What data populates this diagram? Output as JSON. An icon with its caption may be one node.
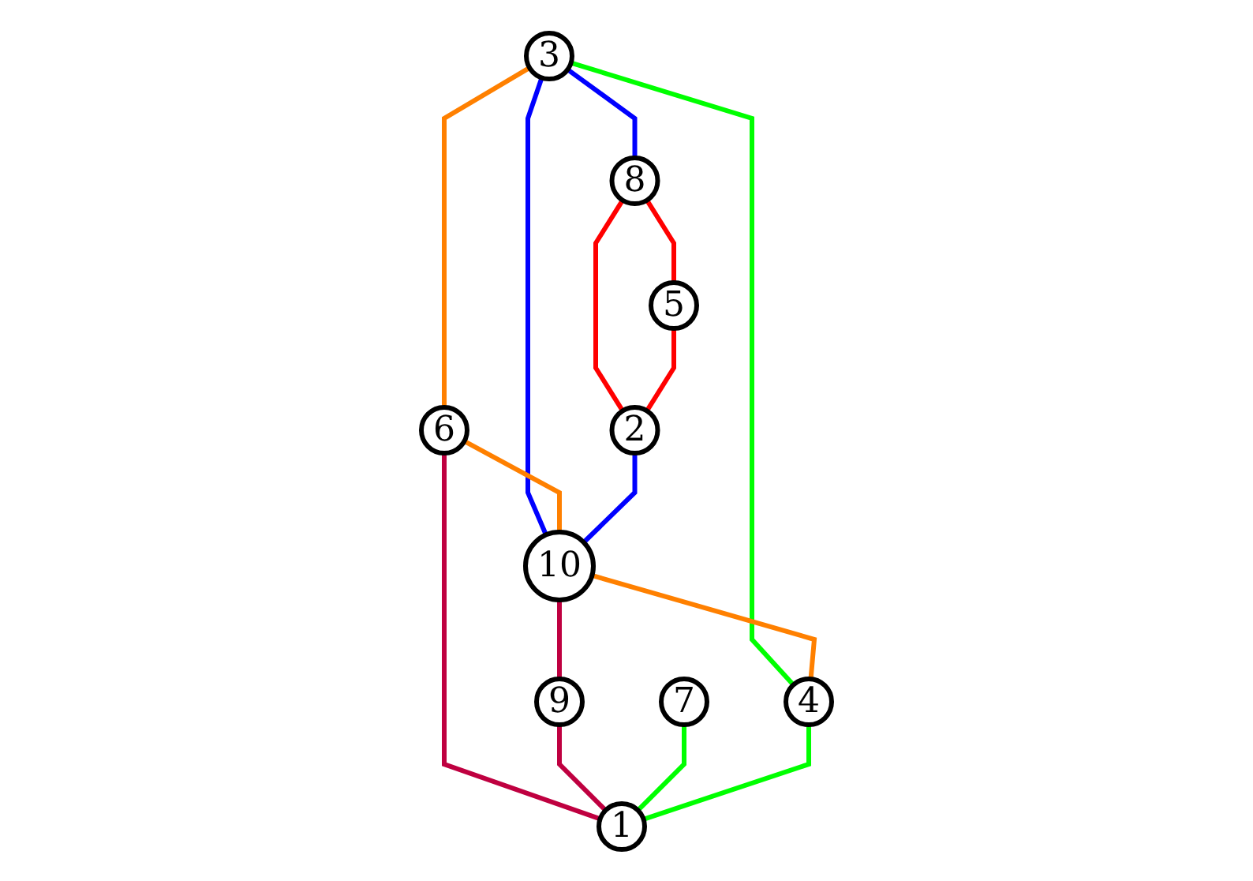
{
  "diagram": {
    "nodes": [
      {
        "text": [
          "3"
        ]
      },
      {
        "text": [
          "6"
        ]
      },
      {
        "text": [
          "8"
        ]
      },
      {
        "text": [
          "10"
        ]
      },
      {
        "text": [
          "2"
        ]
      },
      {
        "text": [
          "5"
        ]
      },
      {
        "text": [
          "7"
        ]
      },
      {
        "text": [
          "9"
        ]
      },
      {
        "text": [
          "4"
        ]
      },
      {
        "text": [
          "1"
        ]
      }
    ],
    "edges": [
      {
        "from": 0,
        "to": 1,
        "arrow": "none",
        "color": "#ff8000"
      },
      {
        "from": 0,
        "to": 3,
        "arrow": "none",
        "color": "#0000ff"
      },
      {
        "from": 0,
        "to": 2,
        "arrow": "none",
        "color": "#0000ff"
      },
      {
        "from": 0,
        "to": 8,
        "arrow": "none",
        "color": "#00ff00"
      },
      {
        "from": 1,
        "to": 3,
        "arrow": "none",
        "color": "#ff8000"
      },
      {
        "from": 1,
        "to": 9,
        "arrow": "none",
        "color": "#bf0040"
      },
      {
        "from": 2,
        "to": 4,
        "arrow": "none",
        "color": "#ff0000"
      },
      {
        "from": 2,
        "to": 5,
        "arrow": "none",
        "color": "#ff0000"
      },
      {
        "from": 5,
        "to": 4,
        "arrow": "none",
        "color": "#ff0000"
      },
      {
        "from": 4,
        "to": 3,
        "arrow": "none",
        "color": "#0000ff"
      },
      {
        "from": 3,
        "to": 8,
        "arrow": "none",
        "color": "#ff8000"
      },
      {
        "from": 3,
        "to": 7,
        "arrow": "none",
        "color": "#bf0040"
      },
      {
        "from": 7,
        "to": 9,
        "arrow": "none",
        "color": "#bf0040"
      },
      {
        "from": 6,
        "to": 9,
        "arrow": "none",
        "color": "#00ff00"
      },
      {
        "from": 8,
        "to": 9,
        "arrow": "none",
        "color": "#00ff00"
      }
    ]
  }
}
